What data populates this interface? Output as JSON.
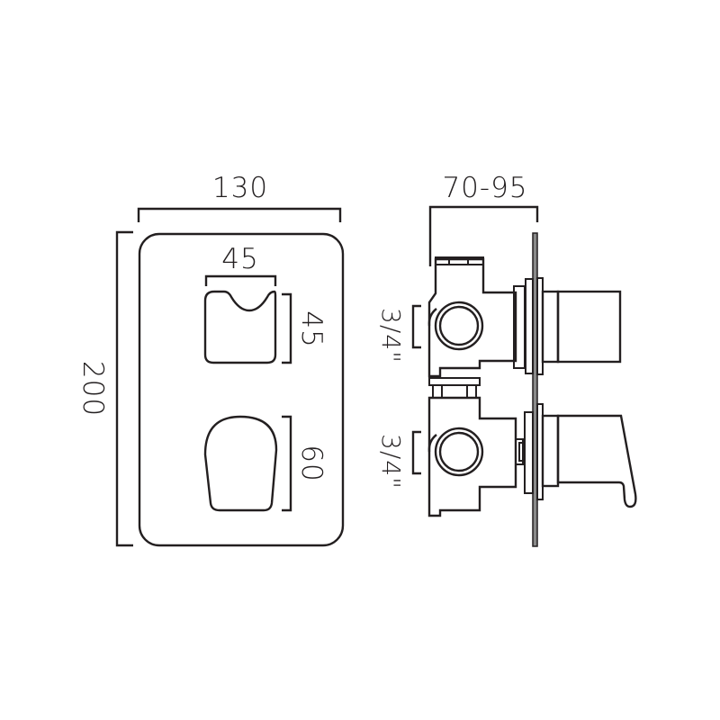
{
  "drawing": {
    "front_view": {
      "width_label": "130",
      "height_label": "200",
      "top_control_width_label": "45",
      "top_control_height_label": "45",
      "lever_height_label": "60"
    },
    "side_view": {
      "depth_label": "70-95",
      "upper_connection_label": "3/4\"",
      "lower_connection_label": "3/4\""
    },
    "colors": {
      "line": "#231f20",
      "background": "#ffffff"
    }
  }
}
